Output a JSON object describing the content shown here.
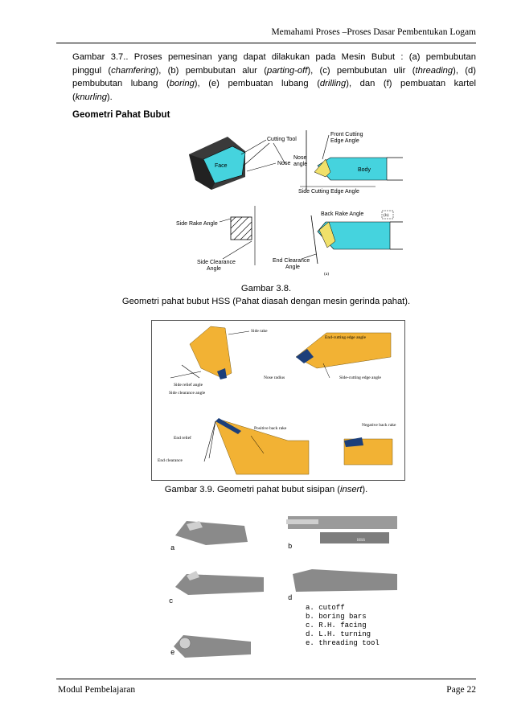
{
  "header": {
    "title": "Memahami Proses –Proses Dasar Pembentukan Logam"
  },
  "caption37": {
    "line1": "Gambar 3.7.. Proses pemesinan yang dapat dilakukan pada Mesin Bubut : (a) pembubutan",
    "line2_a": "pinggul (",
    "line2_b": "chamfering",
    "line2_c": "), (b) pembubutan alur (",
    "line2_d": "parting-off",
    "line2_e": "), (c) pembubutan ulir (",
    "line2_f": "threading",
    "line2_g": "), (d)",
    "line3_a": "pembubutan lubang (",
    "line3_b": "boring",
    "line3_c": "), (e) pembuatan lubang (",
    "line3_d": "drilling",
    "line3_e": "), dan (f) pembuatan kartel",
    "line4_a": "(",
    "line4_b": "knurling",
    "line4_c": ")."
  },
  "section_title": "Geometri Pahat Bubut",
  "figure38": {
    "labels": {
      "cutting_tool": "Cutting Tool",
      "face": "Face",
      "nose": "Nose",
      "nose_angle": "Nose angle",
      "front_cutting": "Front Cutting",
      "edge_angle": "Edge Angle",
      "body": "Body",
      "side_cutting": "Side Cutting Edge Angle",
      "side_rake": "Side Rake Angle",
      "back_rake": "Back Rake Angle",
      "side_clearance_1": "Side Clearance",
      "side_clearance_2": "Angle",
      "end_clearance_1": "End Clearance",
      "end_clearance_2": "Angle",
      "a_label": "(a)",
      "b_label": "(b)"
    },
    "caption_line1": "Gambar 3.8.",
    "caption_line2": "Geometri pahat bubut HSS (Pahat diasah dengan mesin gerinda pahat)."
  },
  "figure39": {
    "labels": {
      "side_rake": "Side rake",
      "end_cutting": "End-cutting edge angle",
      "side_relief": "Side relief angle",
      "side_clearance": "Side clearance angle",
      "nose_radius": "Nose radius",
      "side_cutting": "Side-cutting edge angle",
      "positive_back_rake": "Positive back rake",
      "negative_back_rake": "Negative back rake",
      "end_relief": "End relief",
      "end_clearance": "End clearance"
    },
    "caption_a": "Gambar 3.9. Geometri pahat bubut sisipan (",
    "caption_b": "insert",
    "caption_c": ")."
  },
  "figure310": {
    "letters": [
      "a",
      "b",
      "c",
      "d",
      "e"
    ],
    "legend": [
      "a. cutoff",
      "b. boring bars",
      "c. R.H. facing",
      "d. L.H. turning",
      "e. threading tool"
    ],
    "stamp": "HSS"
  },
  "footer": {
    "left": "Modul Pembelajaran",
    "right": "Page 22"
  },
  "colors": {
    "tool_yellow": "#f2b234",
    "cyan": "#45d3de",
    "insert_blue": "#1c3f7a",
    "tool_grey": "#8a8a8a"
  }
}
